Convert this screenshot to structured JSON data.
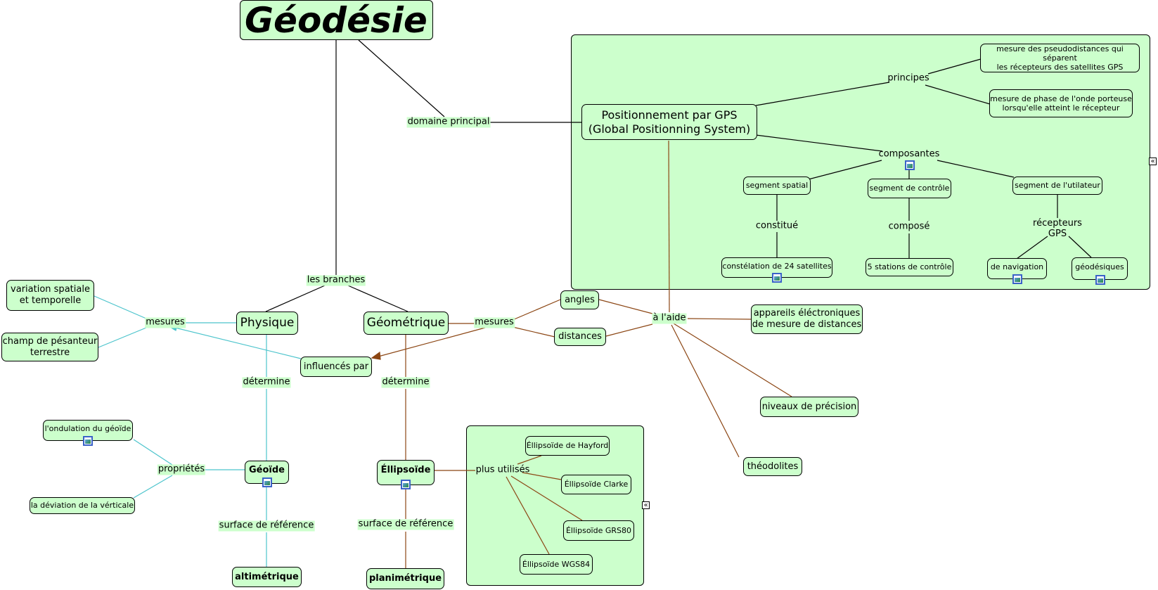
{
  "title": "Géodésie",
  "nodes": {
    "gps": "Positionnement par GPS\n(Global Positionning System)",
    "pseudo": "mesure des pseudodistances qui séparent\nles récepteurs des satellites GPS",
    "phase": "mesure de phase de l'onde porteuse\nlorsqu'elle atteint le récepteur",
    "seg_spatial": "segment spatial",
    "seg_controle": "segment de contrôle",
    "seg_util": "segment de l'utilateur",
    "constellation": "constélation de 24 satellites",
    "stations": "5 stations de contrôle",
    "navigation": "de navigation",
    "geodesiques": "géodésiques",
    "physique": "Physique",
    "geometrique": "Géométrique",
    "variation": "variation spatiale\net temporelle",
    "champ": "champ de pésanteur\nterrestre",
    "influences": "influencés par",
    "angles": "angles",
    "distances": "distances",
    "appareils": "appareils éléctroniques\nde mesure de distances",
    "niveaux": "niveaux de précision",
    "theodolites": "théodolites",
    "ondulation": "l'ondulation du géoïde",
    "deviation": "la déviation de la vérticale",
    "geoide": "Géoïde",
    "ellipsoide": "Éllipsoïde",
    "altimetrique": "altimétrique",
    "planimetrique": "planimétrique",
    "hayford": "Éllipsoïde de Hayford",
    "clarke": "Éllipsoïde Clarke",
    "grs80": "Éllipsoïde GRS80",
    "wgs84": "Éllipsoïde WGS84"
  },
  "links": {
    "domaine_principal": "domaine principal",
    "principes": "principes",
    "composantes": "composantes",
    "constitue": "constitué",
    "compose": "composé",
    "recepteurs": "récepteurs\nGPS",
    "les_branches": "les branches",
    "mesures_phys": "mesures",
    "mesures_geo": "mesures",
    "a_laide": "à l'aide",
    "determine_phys": "détermine",
    "determine_geo": "détermine",
    "proprietes": "propriétés",
    "surface_phys": "surface de référence",
    "surface_geo": "surface de référence",
    "plus_utilises": "plus utilisés"
  },
  "icons": {
    "image_icon": "image-icon",
    "collapse_icon": "collapse-icon"
  },
  "colors": {
    "node_fill": "#ccffcc",
    "black_link": "#000000",
    "cyan_link": "#4cc4cc",
    "brown_link": "#8b4513",
    "icon_border": "#3a62c8"
  }
}
